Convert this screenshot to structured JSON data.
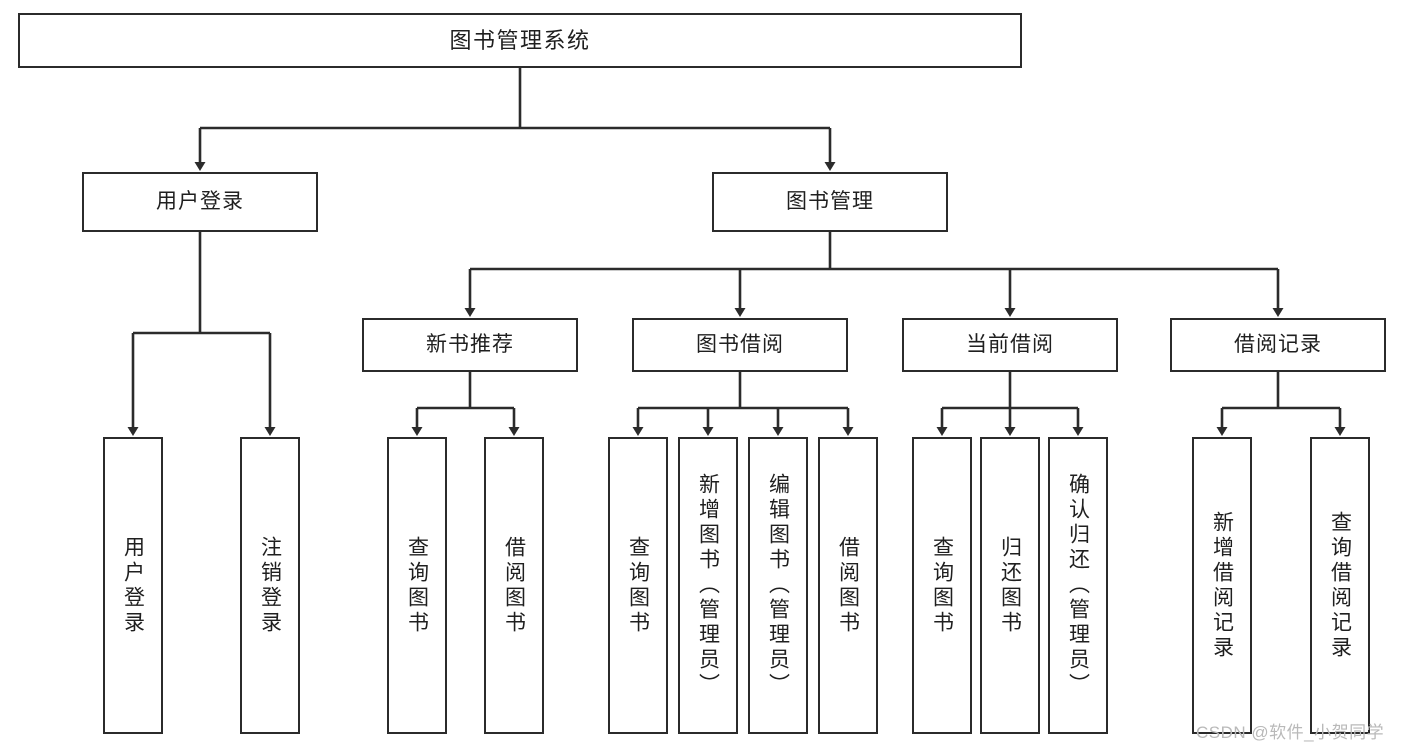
{
  "diagram": {
    "title": "图书管理系统",
    "type": "tree-hierarchy",
    "orientation": "top-down",
    "colors": {
      "box_stroke": "#2b2b2b",
      "box_fill": "#ffffff",
      "edge": "#2b2b2b",
      "background": "#ffffff",
      "watermark": "#b9b9b9"
    },
    "root": {
      "label": "图书管理系统"
    },
    "level2": [
      {
        "label": "用户登录"
      },
      {
        "label": "图书管理"
      }
    ],
    "level3": [
      {
        "label": "新书推荐"
      },
      {
        "label": "图书借阅"
      },
      {
        "label": "当前借阅"
      },
      {
        "label": "借阅记录"
      }
    ],
    "leaves": {
      "user_login": [
        {
          "label": "用户登录"
        },
        {
          "label": "注销登录"
        }
      ],
      "new_book_recommend": [
        {
          "label": "查询图书"
        },
        {
          "label": "借阅图书"
        }
      ],
      "book_borrow": [
        {
          "label": "查询图书"
        },
        {
          "label": "新增图书（管理员）"
        },
        {
          "label": "编辑图书（管理员）"
        },
        {
          "label": "借阅图书"
        }
      ],
      "current_borrow": [
        {
          "label": "查询图书"
        },
        {
          "label": "归还图书"
        },
        {
          "label": "确认归还（管理员）"
        }
      ],
      "borrow_record": [
        {
          "label": "新增借阅记录"
        },
        {
          "label": "查询借阅记录"
        }
      ]
    }
  },
  "watermark": {
    "text": "CSDN @软件_小贺同学"
  }
}
